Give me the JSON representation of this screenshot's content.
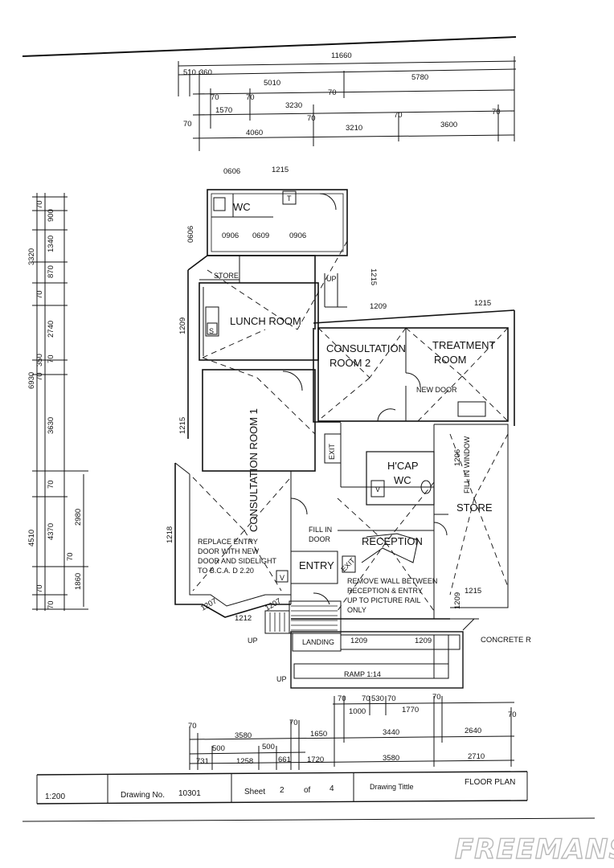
{
  "top_dimensions": {
    "overall": "11660",
    "row2": [
      "510",
      "360",
      "5010",
      "5780"
    ],
    "row3": [
      "70",
      "70",
      "70",
      "1570",
      "3230"
    ],
    "row4": [
      "70",
      "4060",
      "70",
      "3210",
      "70",
      "3600",
      "70"
    ]
  },
  "left_dimensions": {
    "totals": [
      "3320",
      "6930",
      "4510"
    ],
    "col2": [
      "70",
      "900",
      "1340",
      "870",
      "70",
      "2740",
      "350",
      "70",
      "70",
      "3630",
      "70",
      "4370",
      "70",
      "70"
    ],
    "col3": [
      "2980",
      "70",
      "1860"
    ]
  },
  "window_codes": [
    "0606",
    "1215",
    "0606",
    "0906",
    "0609",
    "0906",
    "1215",
    "1209",
    "1209",
    "1215",
    "1215",
    "1218",
    "1207",
    "1212",
    "1207",
    "1206",
    "1209",
    "1215",
    "1209",
    "1209"
  ],
  "rooms": {
    "wc": "WC",
    "t": "T",
    "store_small": "STORE",
    "up": "UP",
    "lunch": "LUNCH ROOM",
    "s": "S",
    "consult2_a": "CONSULTATION",
    "consult2_b": "ROOM 2",
    "treat_a": "TREATMENT",
    "treat_b": "ROOM",
    "new_door": "NEW DOOR",
    "consult1": "CONSULTATION ROOM 1",
    "exit": "EXIT",
    "hcap_a": "H'CAP",
    "hcap_b": "WC",
    "fill_window": "FILL IN WINDOW",
    "store": "STORE",
    "fill_door_a": "FILL IN",
    "fill_door_b": "DOOR",
    "reception": "RECEPTION",
    "entry": "ENTRY",
    "landing": "LANDING",
    "ramp": "RAMP 1:14",
    "concrete": "CONCRETE R",
    "up_left": "UP",
    "up_ramp": "UP",
    "v": "V"
  },
  "notes": {
    "replace_entry": [
      "REPLACE ENTRY",
      "DOOR WITH NEW",
      "DOOR AND SIDELIGHT",
      "TO B.C.A. D 2.20"
    ],
    "remove_wall": [
      "REMOVE WALL BETWEEN",
      "RECEPTION & ENTRY",
      "UP TO PICTURE RAIL",
      "ONLY"
    ]
  },
  "bottom_dimensions": {
    "row1": [
      "70",
      "70",
      "70",
      "70",
      "1000",
      "530",
      "1770"
    ],
    "row2": [
      "70",
      "3580",
      "70",
      "1650",
      "3440",
      "2640",
      "70"
    ],
    "row3": [
      "500",
      "500"
    ],
    "row4": [
      "731",
      "1258",
      "661",
      "1720",
      "3580",
      "2710"
    ]
  },
  "title_block": {
    "scale": "1:200",
    "drawing_no_label": "Drawing No.",
    "drawing_no": "10301",
    "sheet_label": "Sheet",
    "sheet": "2",
    "of_label": "of",
    "total_sheets": "4",
    "title_label": "Drawing Tittle",
    "title": "FLOOR PLAN"
  },
  "watermark": "FREEMANS"
}
